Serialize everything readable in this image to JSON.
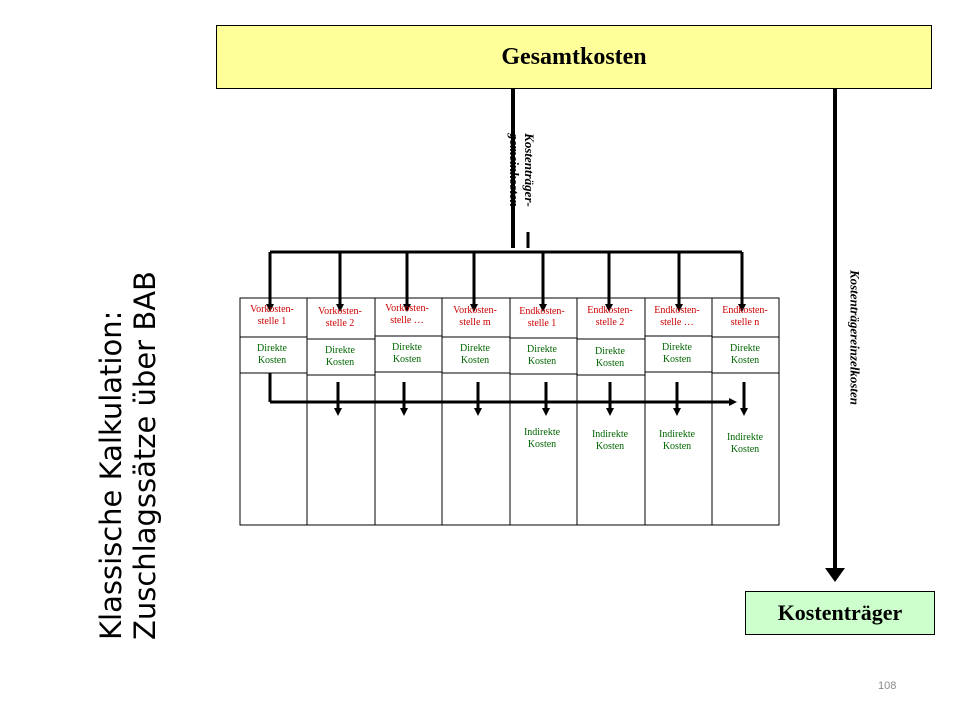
{
  "title": {
    "line1": "Klassische Kalkulation:",
    "line2": "Zuschlagssätze über BAB"
  },
  "top_box": "Gesamtkosten",
  "bottom_box": "Kostenträger",
  "gemeinkosten_label": {
    "line1": "Kostenträger-",
    "line2": "gemeinkosten"
  },
  "einzelkosten_label": "Kostenträgereinzelkosten",
  "columns": [
    {
      "name": "Vorkosten-\nstelle 1",
      "direct": "Direkte\nKosten"
    },
    {
      "name": "Vorkosten-\nstelle 2",
      "direct": "Direkte\nKosten"
    },
    {
      "name": "Vorkosten-\nstelle …",
      "direct": "Direkte\nKosten"
    },
    {
      "name": "Vorkosten-\nstelle m",
      "direct": "Direkte\nKosten"
    },
    {
      "name": "Endkosten-\nstelle 1",
      "direct": "Direkte\nKosten",
      "indirect": "Indirekte\nKosten"
    },
    {
      "name": "Endkosten-\nstelle 2",
      "direct": "Direkte\nKosten",
      "indirect": "Indirekte\nKosten"
    },
    {
      "name": "Endkosten-\nstelle …",
      "direct": "Direkte\nKosten",
      "indirect": "Indirekte\nKosten"
    },
    {
      "name": "Endkosten-\nstelle n",
      "direct": "Direkte\nKosten",
      "indirect": "Indirekte\nKosten"
    }
  ],
  "page_number": "108"
}
